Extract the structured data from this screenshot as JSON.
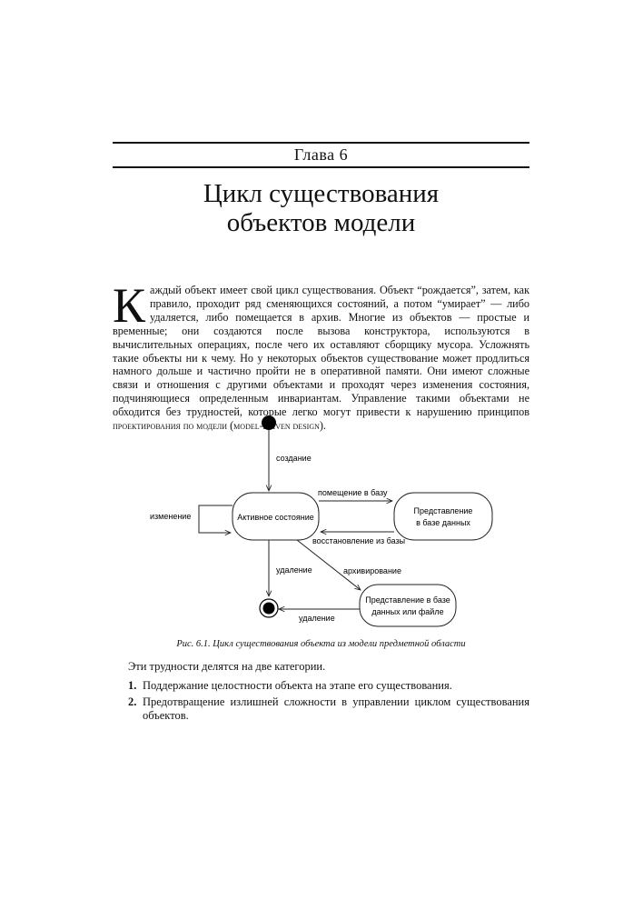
{
  "chapter": "Глава 6",
  "title": {
    "line1": "Цикл существования",
    "line2": "объектов модели"
  },
  "intro": {
    "dropcap": "К",
    "text_before": "аждый объект имеет свой цикл существования. Объект “рождается”, затем, как правило, проходит ряд сменяющихся состояний, а потом “умирает” — либо удаляется, либо помещается в архив. Многие из объектов — простые и временные; они создаются после вызова конструктора, используются в вычислительных операциях, после чего их оставляют сборщику мусора. Усложнять такие объекты ни к чему. Но у некоторых объектов существование может продлиться намного дольше и частично пройти не в оперативной памяти. Они имеют сложные связи и отношения с другими объектами и проходят через изменения состояния, подчиняющиеся определенным инвариантам. Управление такими объектами не обходится без трудностей, которые легко могут привести к нарушению принципов ",
    "term": "проектирования по модели",
    "open_paren": " (",
    "term_en": "model-driven design",
    "close_paren": ")."
  },
  "diagram": {
    "states": {
      "active": "Активное состояние",
      "db_line1": "Представление",
      "db_line2": "в базе данных",
      "archive_line1": "Представление в базе",
      "archive_line2": "данных или файле"
    },
    "transitions": {
      "create": "создание",
      "change": "изменение",
      "store": "помещение в базу",
      "restore": "восстановление из базы",
      "delete": "удаление",
      "archive": "архивирование",
      "delete2": "удаление"
    }
  },
  "caption": "Рис. 6.1. Цикл существования объекта из модели предметной области",
  "after_text": "Эти трудности делятся на две категории.",
  "list": [
    {
      "num": "1.",
      "text": "Поддержание целостности объекта на этапе его существования."
    },
    {
      "num": "2.",
      "text": "Предотвращение излишней сложности в управлении циклом существования объектов."
    }
  ]
}
